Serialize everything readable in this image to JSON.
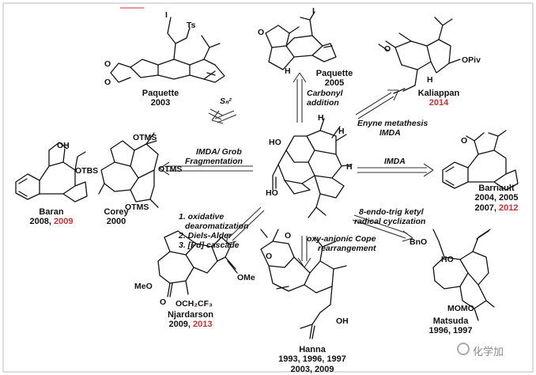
{
  "arrows": {
    "sn2": "Sₙ²",
    "carbonyl": [
      "Carbonyl",
      "addition"
    ],
    "enyne": [
      "Enyne metathesis",
      "IMDA"
    ],
    "imda_grob": [
      "IMDA/ Grob",
      "Fragmentation"
    ],
    "imda": "IMDA",
    "endo_trig": [
      "8-endo-trig ketyl",
      "radical cyclization"
    ],
    "oxidative": [
      "1. oxidative",
      "dearomatization",
      "2. Diels-Alder",
      "3. [Pd] cascade"
    ],
    "oxy_cope": [
      "oxy-anionic Cope",
      "rearrangement"
    ]
  },
  "compounds": {
    "paquette2003": {
      "name": "Paquette",
      "years": "2003"
    },
    "paquette2005": {
      "name": "Paquette",
      "years": "2005"
    },
    "kaliappan": {
      "name": "Kaliappan",
      "years_red": "2014"
    },
    "baran": {
      "name": "Baran",
      "years": "2008, ",
      "years_red": "2009"
    },
    "corey": {
      "name": "Corey",
      "years": "2000"
    },
    "barriault": {
      "name": "Barriault",
      "years": "2004, 2005",
      "years2": "2007, ",
      "years2_red": "2012"
    },
    "njardarson": {
      "name": "Njardarson",
      "years": "2009, ",
      "years_red": "2013"
    },
    "hanna": {
      "name": "Hanna",
      "years": "1993, 1996, 1997",
      "years2": "2003, 2009"
    },
    "matsuda": {
      "name": "Matsuda",
      "years": "1996, 1997"
    }
  },
  "atoms": {
    "I": "I",
    "Ts": "Ts",
    "O": "O",
    "OPiv": "OPiv",
    "OH": "OH",
    "OTBS": "OTBS",
    "OTMS": "OTMS",
    "HO": "HO",
    "H": "H",
    "BnO": "BnO",
    "MOMO": "MOMO",
    "MeO": "MeO",
    "OMe": "OMe",
    "OCH2CF3": "OCH₂CF₃"
  },
  "watermark": "化学加",
  "colors": {
    "highlight": "#d32f2f"
  }
}
